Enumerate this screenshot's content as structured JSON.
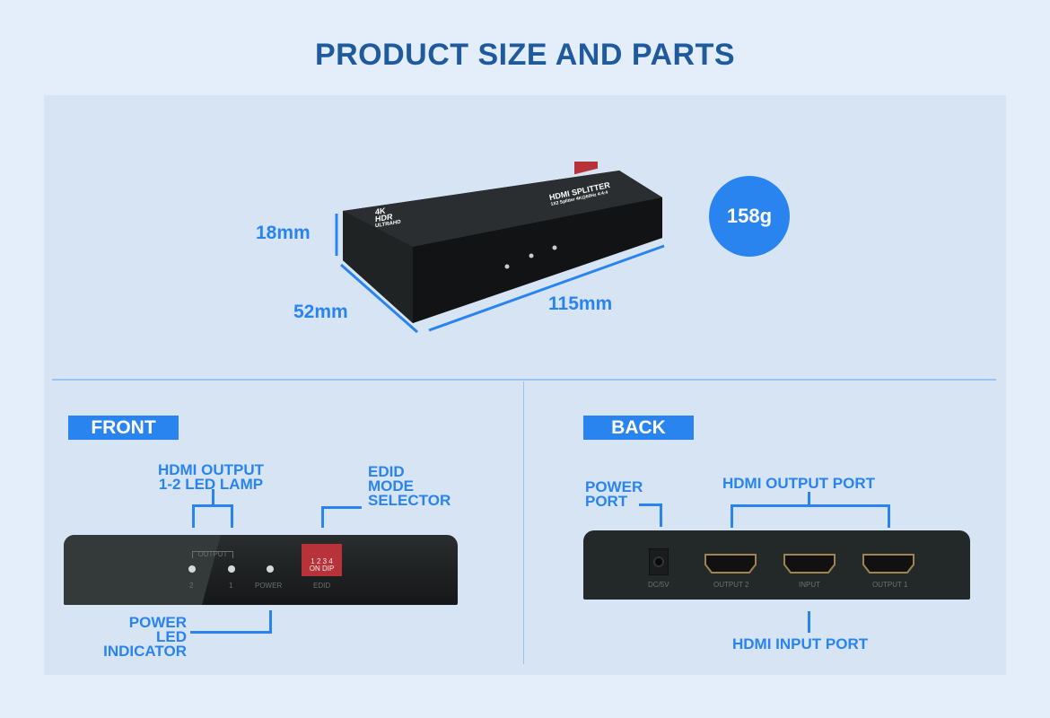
{
  "title": "PRODUCT SIZE AND PARTS",
  "dimensions": {
    "height": "18mm",
    "depth": "52mm",
    "length": "115mm",
    "weight": "158g"
  },
  "device_top": {
    "brand_line1": "4K",
    "brand_line2": "HDR",
    "brand_line3": "ULTRAHD",
    "product": "HDMI SPLITTER",
    "subtitle": "1X2 Splitter 4K@60Hz 4:4:4"
  },
  "front": {
    "tag": "FRONT",
    "label_leds": [
      "HDMI OUTPUT",
      "1-2 LED LAMP"
    ],
    "label_edid": [
      "EDID",
      "MODE",
      "SELECTOR"
    ],
    "label_power": [
      "POWER",
      "LED",
      "INDICATOR"
    ],
    "panel": {
      "output": "OUTPUT",
      "led2": "2",
      "led1": "1",
      "power": "POWER",
      "edid": "EDID",
      "dip_nums": "1 2 3 4",
      "dip_text": "ON DIP"
    }
  },
  "back": {
    "tag": "BACK",
    "label_power": [
      "POWER",
      "PORT"
    ],
    "label_output": "HDMI OUTPUT PORT",
    "label_input": "HDMI INPUT PORT",
    "panel": {
      "dc": "DC/5V",
      "out2": "OUTPUT 2",
      "input": "INPUT",
      "out1": "OUTPUT 1"
    }
  }
}
